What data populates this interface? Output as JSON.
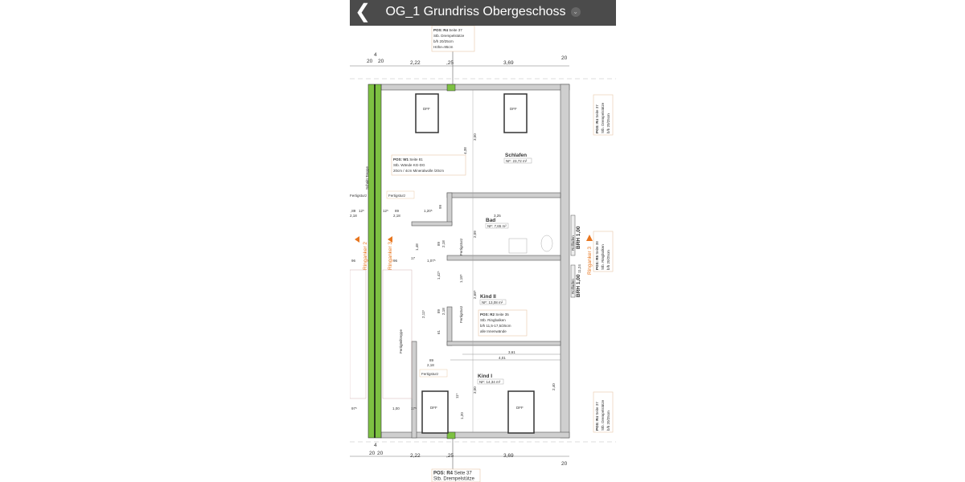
{
  "header": {
    "title": "OG_1 Grundriss Obergeschoss",
    "back_icon": "chevron-left-icon",
    "dropdown_icon": "chevron-down-icon"
  },
  "colors": {
    "header": "#4b4b4b",
    "wall_insulation": "#7dc142",
    "annotation": "#e8761f"
  },
  "plan": {
    "top_note": {
      "pos": "POS: R4",
      "page": "Seite 37",
      "l2": "Stb. Drempelstütze",
      "l3": "b/h 20/25cm",
      "l4": "Höhe=95cm"
    },
    "top_dims": [
      "4",
      "20",
      "20",
      "2,22",
      ",25",
      "3,69",
      "20"
    ],
    "bottom_dims": [
      "4",
      "20",
      "20",
      "2,22",
      ",25",
      "3,69",
      "20"
    ],
    "bottom_note": {
      "pos": "POS: R4",
      "page": "Seite 37",
      "l2": "Stb. Drempelstütze"
    },
    "windows": [
      "DFF",
      "DFF",
      "DFF",
      "DFF"
    ],
    "rooms": [
      {
        "name": "Schlafen",
        "area": "NF: 23,72 m²"
      },
      {
        "name": "Bad",
        "area": "NF: 7,65 m²"
      },
      {
        "name": "Kind II",
        "area": "NF: 13,08 m²"
      },
      {
        "name": "Kind I",
        "area": "NF: 14,34 m²"
      }
    ],
    "w1_note": {
      "pos": "POS: W1",
      "page": "Seite 81",
      "l2": "Stb. Wände KG-DG",
      "l3": "20cm / 4cm Mineralwolle /20cm"
    },
    "r2_note": {
      "pos": "POS: R2",
      "page": "Seite 35",
      "l2": "Stb. Ringbalken",
      "l3": "b/h 11,5-17,5/25cm",
      "l4": "alle Innenwände"
    },
    "right_r4_top": {
      "pos": "POS: R4",
      "page": "Seite 37",
      "l2": "Stb. Drempelstütze",
      "l3": "b/h 20/25cm"
    },
    "right_r5": {
      "pos": "POS: R5",
      "page": "Seite 38",
      "l2": "Stb. Ringbalken",
      "l3": "b/h 20/25cm"
    },
    "right_r4_bottom": {
      "pos": "POS: R4",
      "page": "Seite 37",
      "l2": "Stb. Drempelstütze",
      "l3": "b/h 20/25cm"
    },
    "brh": [
      "BRH 1,00",
      "BRH 1,00"
    ],
    "rollladen": [
      "Rollladen",
      "Rollladen"
    ],
    "ringanker": [
      "Ringanker 2",
      "Ringanker 3",
      "Ringanker 3"
    ],
    "fertigsturz": [
      "Fertigsturz",
      "Fertigsturz",
      "Fertigsturz",
      "Fertigsturz",
      "Fertigsturz"
    ],
    "schnitt": "Schnitt Treppe",
    "fertigteiltreppe": "Fertigteiltreppe",
    "dims": {
      "d438": "4,38",
      "d350": "3,50",
      "d120": "1,20⁵",
      "d99": "99",
      "d209": "2,09",
      "d325": "3,25",
      "d89a": ",89",
      "d218a": "2,18",
      "d89b": "89",
      "d218b": "2,18",
      "d148": "1,48",
      "d96a": "96",
      "d96b": "96",
      "d17": "17",
      "d107": "1,07⁵",
      "d1124": "11,24",
      "d142": "1,42⁵",
      "d118": "1,18⁵",
      "d211": "2,11⁵",
      "d89c": "89",
      "d218c": "2,18",
      "d61": "61",
      "d89d": "89",
      "d218d": "2,18",
      "d401": "4,01",
      "d361": "3,61",
      "d300": "3,00",
      "d240": "2,40",
      "d120b": "1,20",
      "d100": "1,00",
      "d97": "97⁵",
      "d17b": "17⁵",
      "d268": "2,68⁵",
      "d11": "11⁵",
      "d12": "12⁵"
    }
  }
}
